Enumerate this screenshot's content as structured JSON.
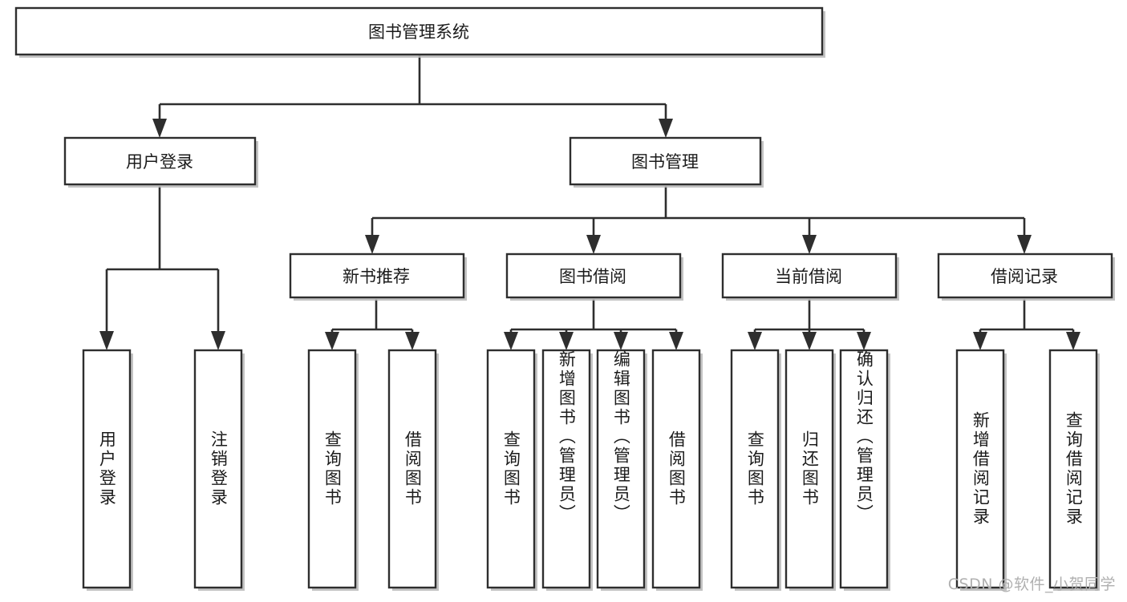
{
  "diagram": {
    "title": "图书管理系统",
    "type": "tree-hierarchy-diagram",
    "colors": {
      "box_fill": "#ffffff",
      "box_stroke": "#2e2e2e",
      "connector": "#2e2e2e",
      "text": "#1b1b1b",
      "background": "#ffffff",
      "watermark": "#b0b0b0"
    },
    "root": {
      "label": "图书管理系统"
    },
    "level2": [
      {
        "label": "用户登录"
      },
      {
        "label": "图书管理"
      }
    ],
    "level3": [
      {
        "label": "新书推荐"
      },
      {
        "label": "图书借阅"
      },
      {
        "label": "当前借阅"
      },
      {
        "label": "借阅记录"
      }
    ],
    "leaves": {
      "user_login": [
        {
          "label": "用户登录"
        },
        {
          "label": "注销登录"
        }
      ],
      "new_book_recommend": [
        {
          "label": "查询图书"
        },
        {
          "label": "借阅图书"
        }
      ],
      "book_borrow": [
        {
          "label": "查询图书"
        },
        {
          "label": "新增图书（管理员）"
        },
        {
          "label": "编辑图书（管理员）"
        },
        {
          "label": "借阅图书"
        }
      ],
      "current_borrow": [
        {
          "label": "查询图书"
        },
        {
          "label": "归还图书"
        },
        {
          "label": "确认归还（管理员）"
        }
      ],
      "borrow_record": [
        {
          "label": "新增借阅记录"
        },
        {
          "label": "查询借阅记录"
        }
      ]
    }
  },
  "watermark": {
    "text": "CSDN @软件_小贺同学"
  }
}
